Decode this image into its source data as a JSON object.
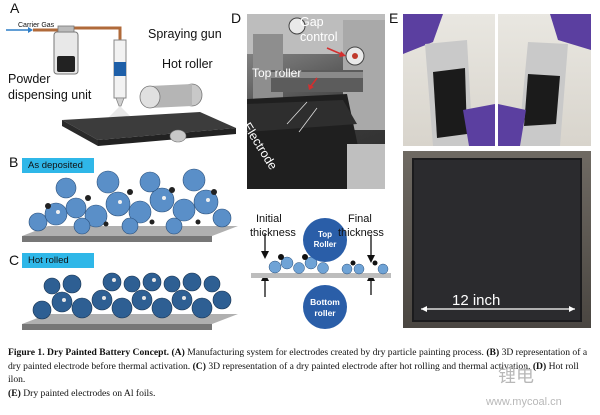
{
  "panels": {
    "a": {
      "letter": "A",
      "carrier_gas": "Carrier Gas",
      "spraying_gun": "Spraying gun",
      "hot_roller": "Hot roller",
      "powder_unit_line1": "Powder",
      "powder_unit_line2": "dispensing unit"
    },
    "b": {
      "letter": "B",
      "banner": "As deposited"
    },
    "c": {
      "letter": "C",
      "banner": "Hot rolled"
    },
    "d": {
      "letter": "D",
      "gap_control_line1": "Gap",
      "gap_control_line2": "control",
      "top_roller": "Top roller",
      "electrode": "Electrode",
      "initial_thickness_line1": "Initial",
      "initial_thickness_line2": "thickness",
      "final_thickness_line1": "Final",
      "final_thickness_line2": "thickness",
      "top_roller_circle_line1": "Top",
      "top_roller_circle_line2": "Roller",
      "bottom_roller_circle_line1": "Bottom",
      "bottom_roller_circle_line2": "roller"
    },
    "e": {
      "letter": "E",
      "size_label": "12 inch"
    }
  },
  "caption": {
    "figure_label": "Figure 1.",
    "figure_title": "Dry Painted Battery Concept.",
    "text_a_label": "(A)",
    "text_a": "Manufacturing system for electrodes created by dry particle painting process.",
    "text_b_label": "(B)",
    "text_b": "3D representation of a dry painted electrode before thermal activation.",
    "text_c_label": "(C)",
    "text_c": "3D representation of a dry painted electrode after hot rolling and thermal activation.",
    "text_d_label": "(D)",
    "text_d": "Hot roll",
    "text_d_tail": "ilon.",
    "text_e_label": "(E)",
    "text_e": "Dry painted electrodes on Al foils."
  },
  "watermark": {
    "text1": "锂电",
    "text2": "www.mycoal.cn"
  }
}
